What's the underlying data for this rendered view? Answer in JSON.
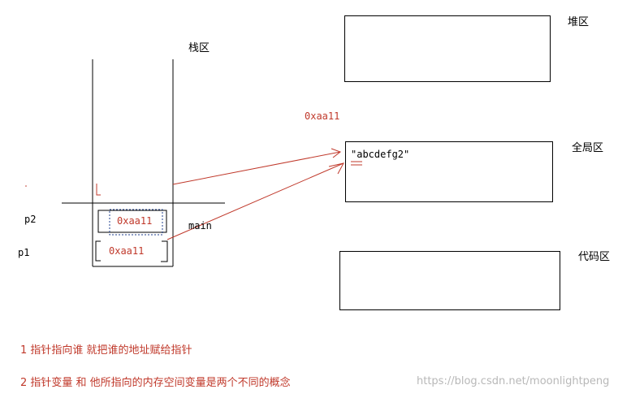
{
  "regions": {
    "stack": "栈区",
    "heap": "堆区",
    "global": "全局区",
    "code": "代码区"
  },
  "stack": {
    "frame_label": "main",
    "vars": [
      {
        "name": "p2",
        "value": "0xaa11"
      },
      {
        "name": "p1",
        "value": "0xaa11"
      }
    ]
  },
  "address_label": "0xaa11",
  "global_string": "\"abcdefg2\"",
  "notes": [
    "1 指针指向谁 就把谁的地址赋给指针",
    "2 指针变量 和 他所指向的内存空间变量是两个不同的概念"
  ],
  "watermark": "https://blog.csdn.net/moonlightpeng",
  "colors": {
    "annotation": "#c0392b",
    "outline": "#000000",
    "dotted_marker": "#1f3f8f"
  }
}
